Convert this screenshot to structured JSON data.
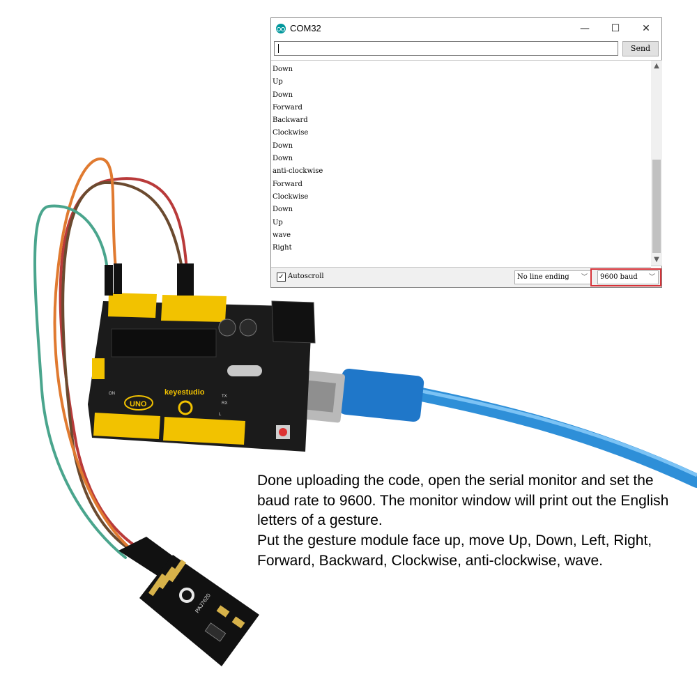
{
  "serial_monitor": {
    "title": "COM32",
    "window_buttons": {
      "minimize": "—",
      "maximize": "☐",
      "close": "✕"
    },
    "input_value": "",
    "send_label": "Send",
    "output_lines": [
      "Down",
      "Up",
      "Down",
      "Forward",
      "Backward",
      "Clockwise",
      "Down",
      "Down",
      "anti-clockwise",
      "Forward",
      "Clockwise",
      "Down",
      "Up",
      "wave",
      "Right"
    ],
    "autoscroll_label": "Autoscroll",
    "autoscroll_checked": true,
    "line_ending_value": "No line ending",
    "baud_value": "9600 baud",
    "highlight_color": "#d63339",
    "arrow_color": "#c93bdc"
  },
  "board": {
    "brand": "keyestudio",
    "model": "UNO",
    "labels": [
      "TX",
      "RX",
      "ON",
      "L"
    ]
  },
  "module": {
    "chip": "PAJ7620"
  },
  "instructions": {
    "paragraph1": "Done uploading the code, open the serial monitor and set the baud rate to 9600. The monitor window will print out the English letters of a gesture.",
    "paragraph2": "Put the gesture module face up, move Up, Down, Left, Right, Forward, Backward, Clockwise, anti-clockwise, wave."
  }
}
